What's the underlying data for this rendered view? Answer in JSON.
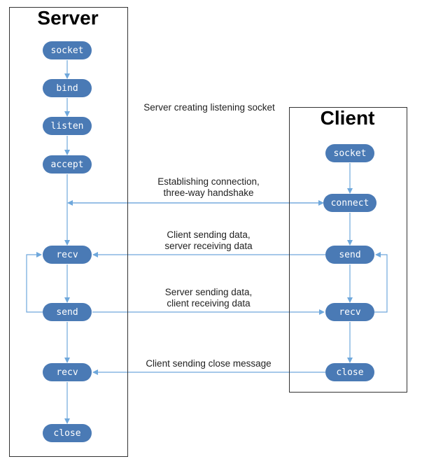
{
  "server": {
    "title": "Server",
    "nodes": [
      "socket",
      "bind",
      "listen",
      "accept",
      "recv",
      "send",
      "recv",
      "close"
    ]
  },
  "client": {
    "title": "Client",
    "nodes": [
      "socket",
      "connect",
      "send",
      "recv",
      "close"
    ]
  },
  "annotations": {
    "listening": "Server creating listening socket",
    "handshake_1": "Establishing connection,",
    "handshake_2": "three-way handshake",
    "client_send_1": "Client sending data,",
    "client_send_2": "server receiving data",
    "server_send_1": "Server sending data,",
    "server_send_2": "client receiving data",
    "close_msg": "Client sending close message"
  },
  "colors": {
    "node_fill": "#4a7ab5",
    "arrow": "#6fa8dc",
    "border": "#333333"
  }
}
